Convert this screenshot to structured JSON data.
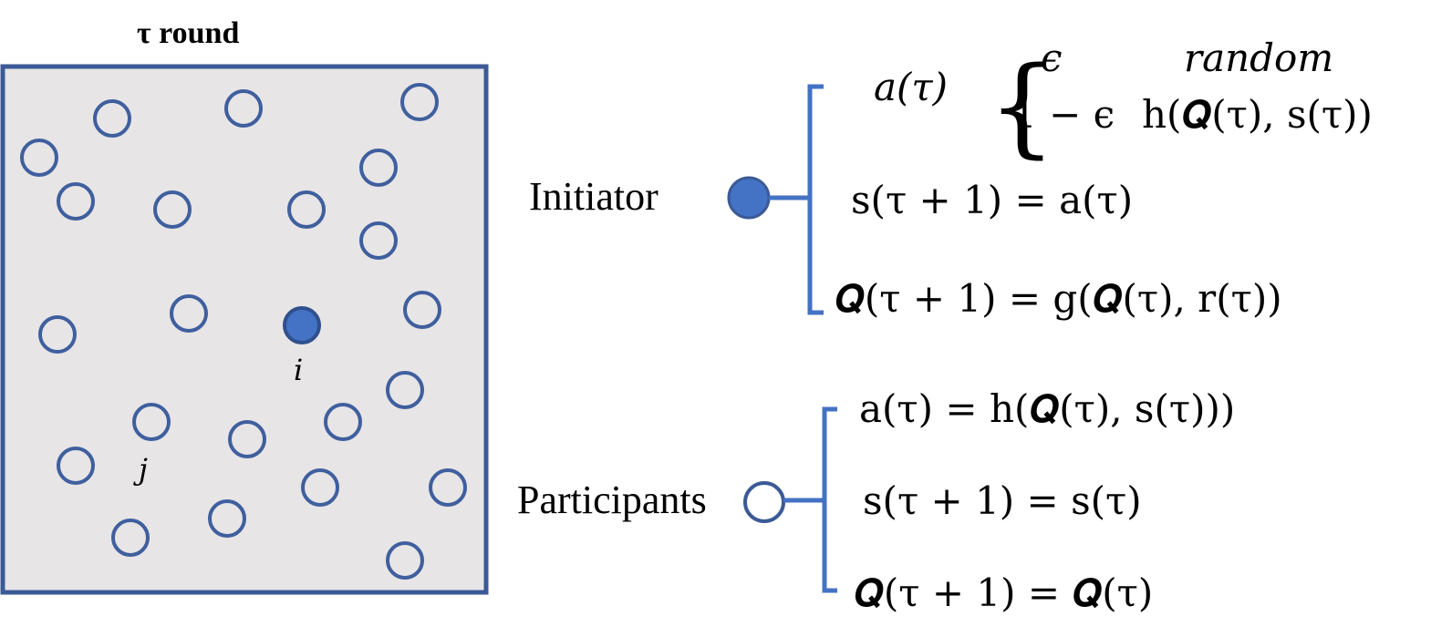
{
  "caption": "τ  round",
  "field": {
    "node_labels": {
      "initiator": "i",
      "participant": "j"
    },
    "fill_color": "#e7e5e6",
    "node_color": "#3f5f9e",
    "active_color": "#4472c4"
  },
  "initiator": {
    "label": "Initiator",
    "equations": {
      "action_lhs": "a(τ)",
      "case1_prob": "ϵ",
      "case1_value": "random",
      "case2_prob": "1 − ϵ",
      "case2_value": "h(𝑸(τ), s(τ))",
      "state_update": "s(τ + 1) = a(τ)",
      "q_update": "𝑸(τ + 1) = g(𝑸(τ), r(τ))"
    }
  },
  "participants": {
    "label": "Participants",
    "equations": {
      "action": "a(τ) = h(𝑸(τ), s(τ)))",
      "state_update": "s(τ + 1) = s(τ)",
      "q_update": "𝑸(τ + 1) = 𝑸(τ)"
    }
  },
  "colors": {
    "bracket": "#4472c4",
    "border": "#3b5a96"
  }
}
